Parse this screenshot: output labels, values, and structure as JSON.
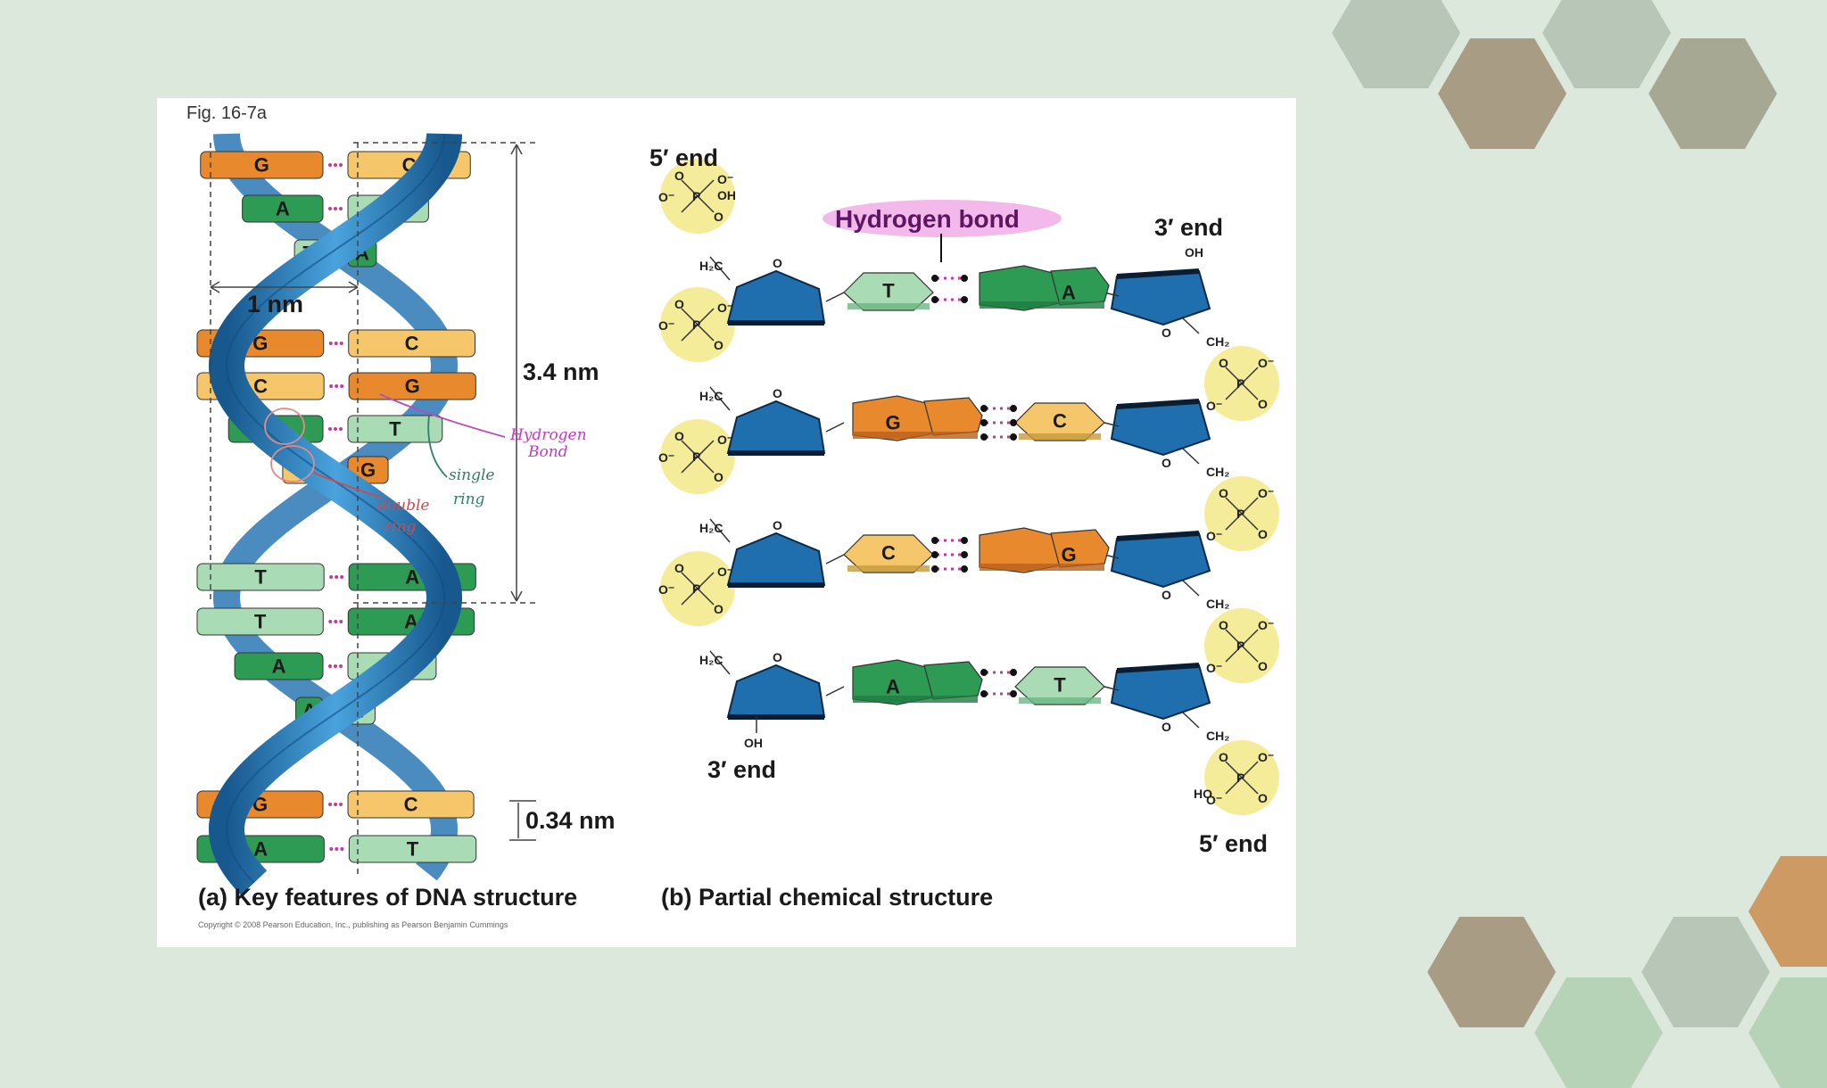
{
  "figure": {
    "fig_label": "Fig. 16-7a",
    "part_a": {
      "caption": "(a) Key features of DNA structure",
      "width_label": "1 nm",
      "turn_label": "3.4 nm",
      "step_label": "0.34 nm",
      "annotations": {
        "hydrogen_bond": [
          "Hydrogen",
          "Bond"
        ],
        "single_ring": [
          "single",
          "ring"
        ],
        "double_ring": [
          "double",
          "ring"
        ]
      },
      "base_pairs": [
        {
          "left": "G",
          "right": "C"
        },
        {
          "left": "A",
          "right": "T"
        },
        {
          "left": "T",
          "right": "A"
        },
        {
          "left": "G",
          "right": "C"
        },
        {
          "left": "C",
          "right": "G"
        },
        {
          "left": "A",
          "right": "T"
        },
        {
          "left": "C",
          "right": "G"
        },
        {
          "left": "T",
          "right": "A"
        },
        {
          "left": "T",
          "right": "A"
        },
        {
          "left": "A",
          "right": "T"
        },
        {
          "left": "A",
          "right": "T"
        },
        {
          "left": "G",
          "right": "C"
        },
        {
          "left": "A",
          "right": "T"
        }
      ]
    },
    "part_b": {
      "caption": "(b) Partial chemical structure",
      "five_prime_top": "5′ end",
      "three_prime_top": "3′ end",
      "three_prime_bottom": "3′ end",
      "five_prime_bottom": "5′ end",
      "hydrogen_bond_label": "Hydrogen bond",
      "rows": [
        {
          "left": "T",
          "right": "A"
        },
        {
          "left": "G",
          "right": "C"
        },
        {
          "left": "C",
          "right": "G"
        },
        {
          "left": "A",
          "right": "T"
        }
      ],
      "chem": {
        "oh": "OH",
        "h2c": "H₂C",
        "ch2": "CH₂",
        "o": "O",
        "p": "P",
        "o_minus": "O⁻",
        "ho": "HO"
      }
    },
    "copyright": "Copyright © 2008 Pearson Education, Inc., publishing as Pearson Benjamin Cummings"
  },
  "colors": {
    "background": "#dce8dc",
    "backbone": "#1f6fae",
    "guanine": "#e8892e",
    "cytosine": "#f6c76a",
    "adenine": "#2e9b55",
    "thymine": "#a9dcb5",
    "phosphate": "#f5ec9a",
    "hydrogen_bond": "#c23a9c"
  }
}
